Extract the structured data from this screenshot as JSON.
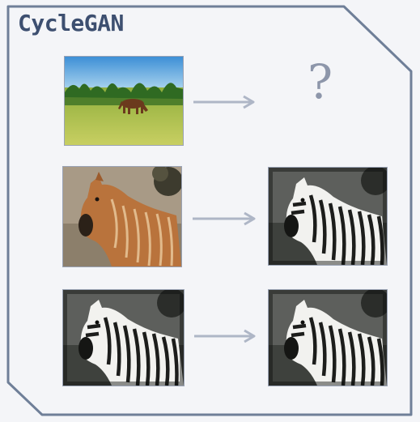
{
  "slide": {
    "title": "CycleGAN",
    "unknown_output": "?"
  },
  "rows": [
    {
      "input": "horse-in-field-photo",
      "arrow": "right-arrow-icon",
      "output": "question-mark"
    },
    {
      "input": "horse-with-stripes-photo",
      "arrow": "right-arrow-icon",
      "output": "zebra-photo"
    },
    {
      "input": "zebra-photo",
      "arrow": "right-arrow-icon",
      "output": "zebra-photo"
    }
  ],
  "colors": {
    "frame": "#6f7f98",
    "title": "#3d4f70",
    "arrow": "#aeb6c6",
    "question": "#8d96aa"
  }
}
